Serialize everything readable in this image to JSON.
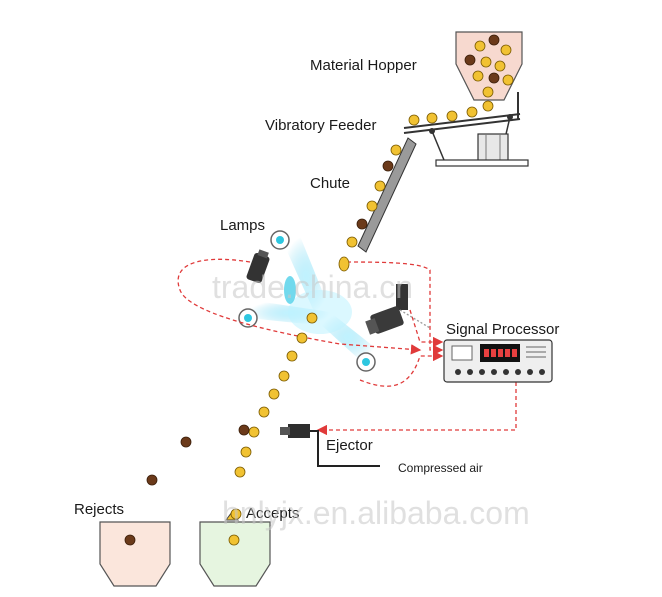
{
  "labels": {
    "material_hopper": "Material Hopper",
    "vibratory_feeder": "Vibratory Feeder",
    "chute": "Chute",
    "lamps": "Lamps",
    "signal_processor": "Signal Processor",
    "ejector": "Ejector",
    "compressed_air": "Compressed air",
    "rejects": "Rejects",
    "accepts": "Accepts"
  },
  "watermarks": {
    "primary": "trade.china.cn",
    "secondary": "hnlyjx.en.alibaba.com"
  },
  "colors": {
    "good_bean": "#f1c232",
    "bad_bean": "#6b3a1a",
    "signal_line": "#e03a3a",
    "light_beam": "#7fd8f0",
    "rejects_bin": "#fbe6dc",
    "accepts_bin": "#e6f5e0"
  }
}
